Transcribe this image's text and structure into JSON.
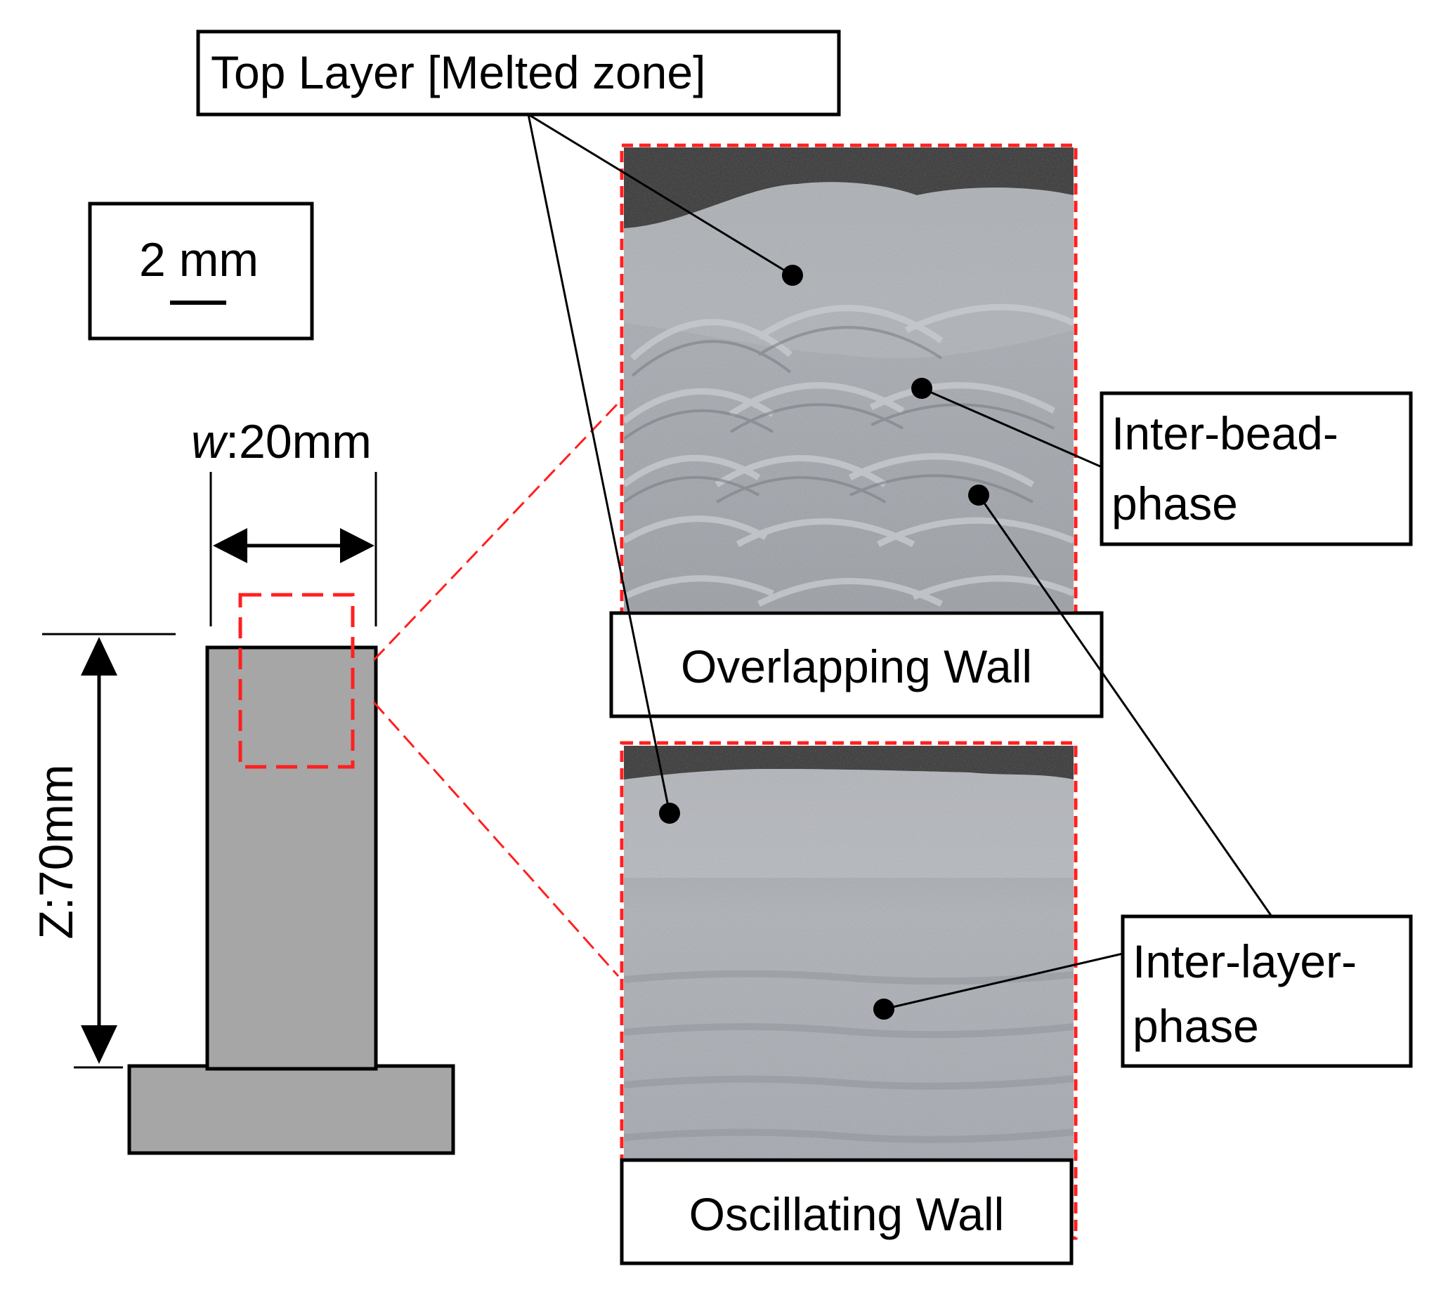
{
  "labels": {
    "top_layer": "Top Layer [Melted zone]",
    "scale_value": "2 mm",
    "width_italic": "w",
    "width_rest": ":20mm",
    "height": "Z:70mm",
    "inter_bead_line1": "Inter-bead-",
    "inter_bead_line2": "phase",
    "overlapping_wall": "Overlapping Wall",
    "inter_layer_line1": "Inter-layer-",
    "inter_layer_line2": "phase",
    "oscillating_wall": "Oscillating Wall"
  },
  "colors": {
    "part_fill": "#a6a6a6",
    "outline": "#000000",
    "highlight": "#ff2020",
    "micro_dark": "#3a3a3a",
    "micro_mid": "#8f9399",
    "micro_light": "#b4b7bc"
  }
}
